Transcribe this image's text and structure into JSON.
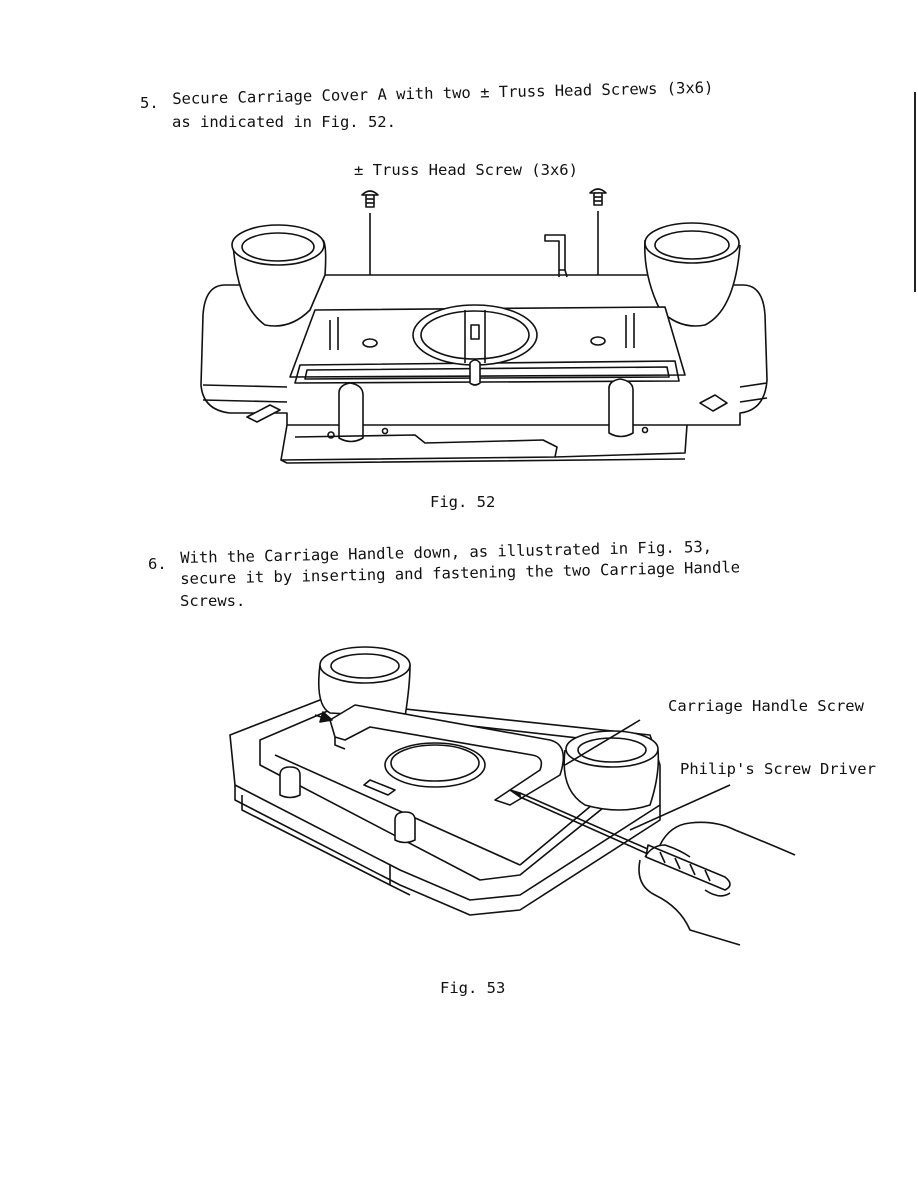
{
  "step5": {
    "number": "5.",
    "line1": "Secure Carriage Cover A with two ± Truss Head Screws (3x6)",
    "line2": "as indicated in Fig. 52."
  },
  "fig52": {
    "callout": "± Truss Head Screw (3x6)",
    "caption": "Fig. 52"
  },
  "step6": {
    "number": "6.",
    "line1": "With the Carriage Handle down, as illustrated in Fig. 53,",
    "line2": "secure it by inserting and fastening the two Carriage Handle",
    "line3": "Screws."
  },
  "fig53": {
    "callout_screw": "Carriage Handle Screw",
    "callout_driver": "Philip's Screw Driver",
    "caption": "Fig. 53"
  }
}
